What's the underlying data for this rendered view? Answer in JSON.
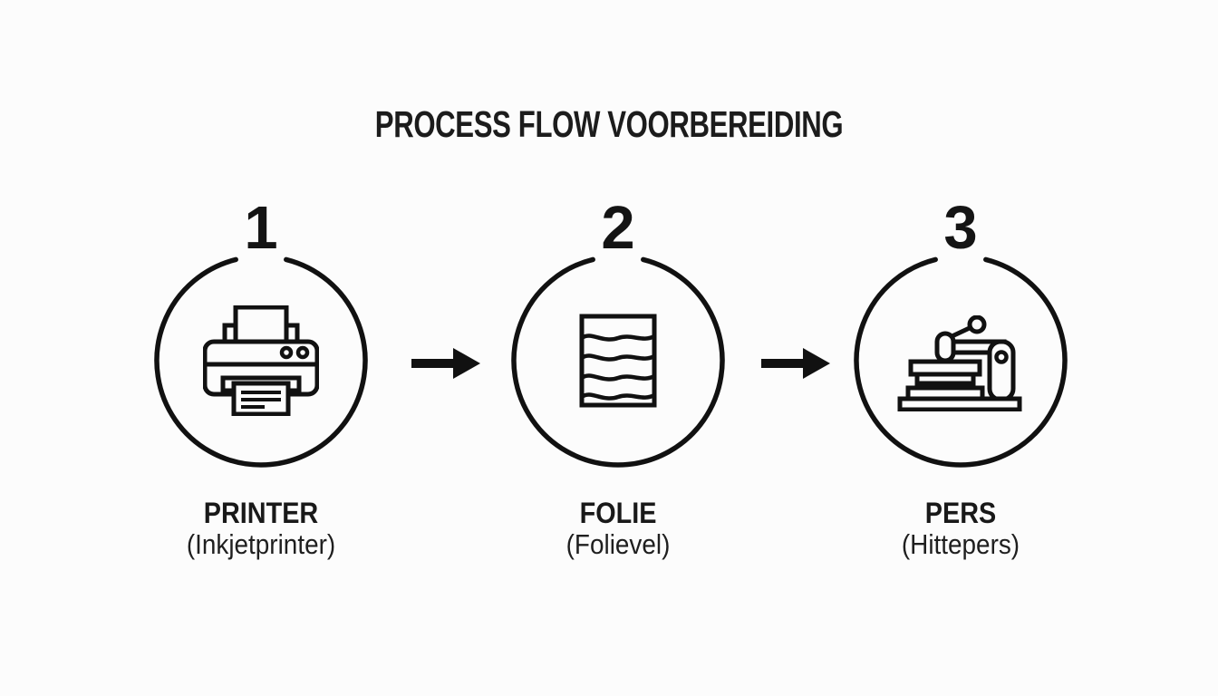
{
  "title": "PROCESS FLOW VOORBEREIDING",
  "colors": {
    "background": "#fcfcfc",
    "ink": "#111111",
    "text": "#1a1a1a"
  },
  "steps": [
    {
      "number": "1",
      "icon": "printer-icon",
      "label": "PRINTER",
      "sublabel": "(Inkjetprinter)"
    },
    {
      "number": "2",
      "icon": "foil-sheet-icon",
      "label": "FOLIE",
      "sublabel": "(Folievel)"
    },
    {
      "number": "3",
      "icon": "heat-press-icon",
      "label": "PERS",
      "sublabel": "(Hittepers)"
    }
  ],
  "arrows": {
    "between_1_2": "arrow-right-icon",
    "between_2_3": "arrow-right-icon"
  }
}
